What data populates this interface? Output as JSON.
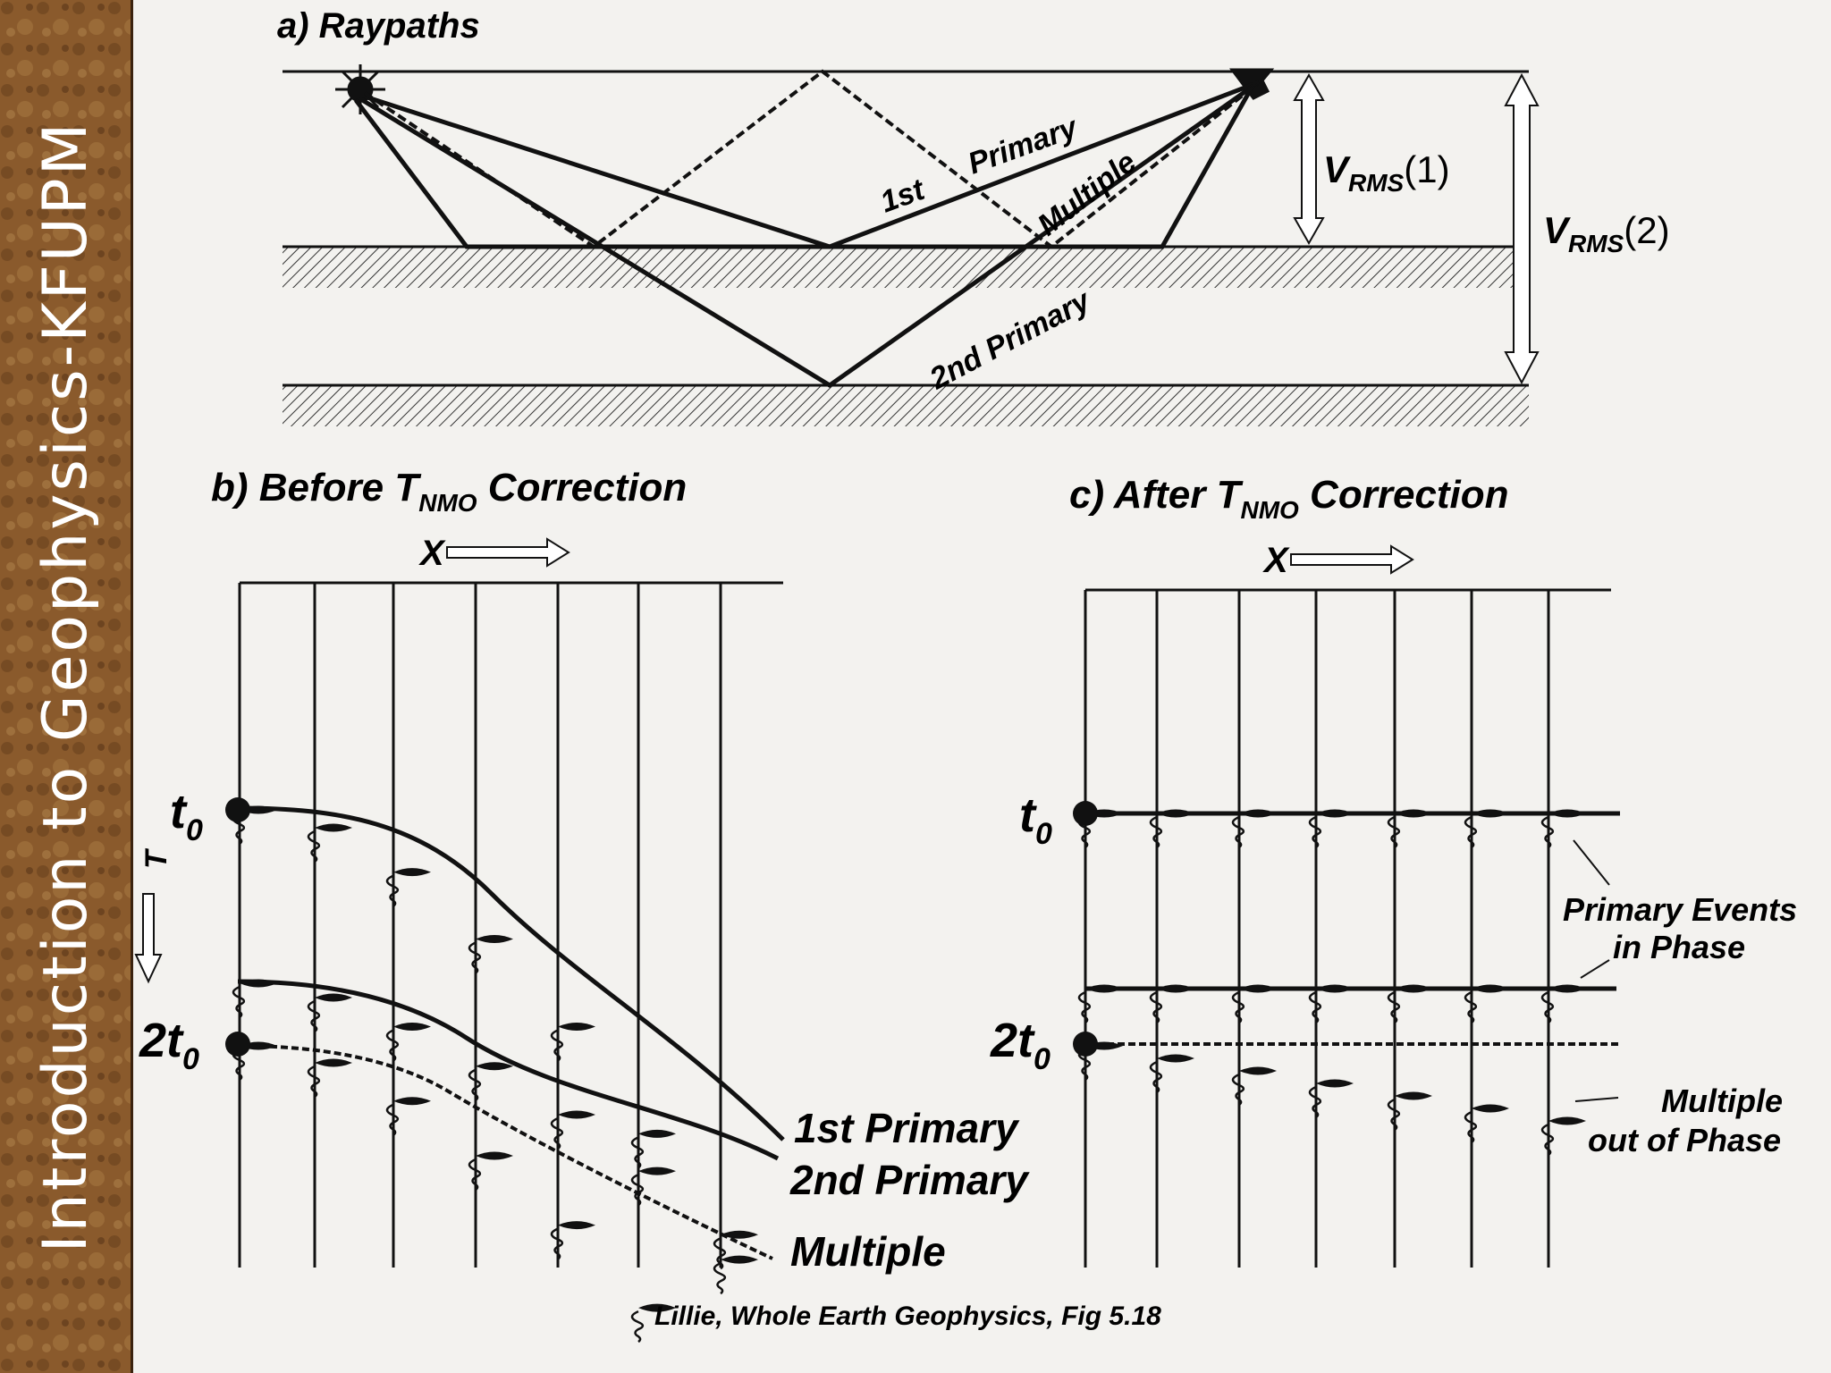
{
  "sidebar": {
    "title": "Introduction to Geophysics-KFUPM"
  },
  "panel_a": {
    "title": "a) Raypaths",
    "labels": {
      "first": "1st",
      "primary": "Primary",
      "multiple": "Multiple",
      "second_primary": "2nd Primary"
    },
    "vrms1": {
      "base": "V",
      "sub": "RMS",
      "suffix": "(1)"
    },
    "vrms2": {
      "base": "V",
      "sub": "RMS",
      "suffix": "(2)"
    }
  },
  "panel_b": {
    "title_pre": "b) Before T",
    "title_sub": "NMO",
    "title_post": " Correction",
    "x_label": "X",
    "t_label": "T",
    "t0": {
      "base": "t",
      "sub": "0"
    },
    "t20": {
      "base": "2t",
      "sub": "0"
    },
    "legend": {
      "first": "1st Primary",
      "second": "2nd Primary",
      "multiple": "Multiple"
    }
  },
  "panel_c": {
    "title_pre": "c) After T",
    "title_sub": "NMO",
    "title_post": " Correction",
    "x_label": "X",
    "t0": {
      "base": "t",
      "sub": "0"
    },
    "t20": {
      "base": "2t",
      "sub": "0"
    },
    "note1_line1": "Primary Events",
    "note1_line2": "in Phase",
    "note2_line1": "Multiple",
    "note2_line2": "out of Phase"
  },
  "citation": "Lillie, Whole Earth Geophysics, Fig 5.18"
}
